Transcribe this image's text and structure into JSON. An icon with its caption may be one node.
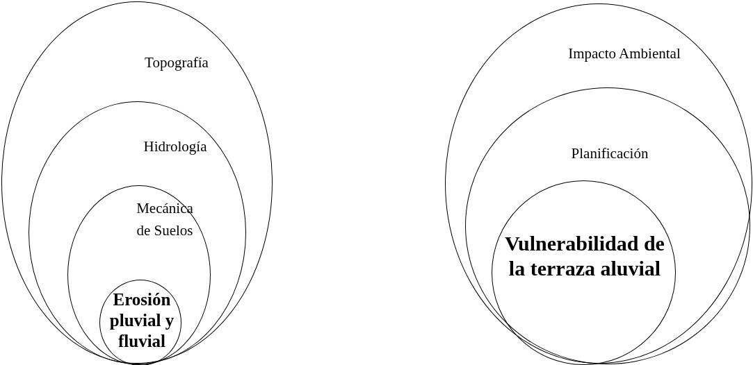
{
  "diagram": {
    "nodes": [
      {
        "text": [
          "Topografía"
        ]
      },
      {
        "text": [
          "Hidrología"
        ],
        "in": 0
      },
      {
        "text": [
          "Mecánica de Suelos"
        ],
        "in": 1
      },
      {
        "text": [
          "Erosión pluvial y fluvial"
        ],
        "in": 2
      },
      {
        "text": [
          "Impacto Ambiental"
        ]
      },
      {
        "text": [
          "Planificación"
        ],
        "in": 4
      },
      {
        "text": [
          "Vulnerabilidad de la terraza aluvial"
        ],
        "in": 5
      }
    ]
  }
}
